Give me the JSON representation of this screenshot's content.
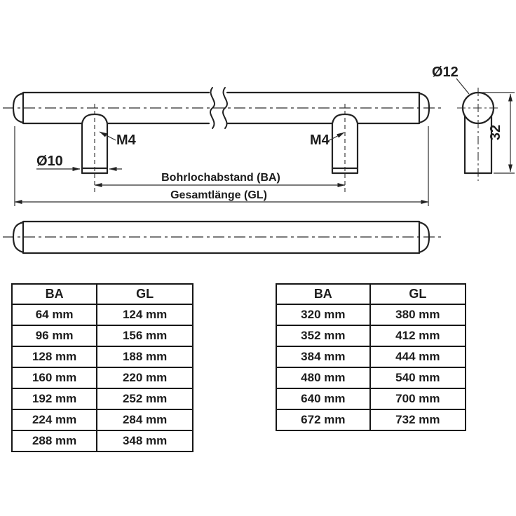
{
  "drawing": {
    "dim_hole_spacing": "Bohrlochabstand (BA)",
    "dim_total_length": "Gesamtlänge (GL)",
    "thread_label_left": "M4",
    "thread_label_right": "M4",
    "post_diameter_label": "Ø10",
    "bar_diameter_label": "Ø12",
    "side_height_label": "32"
  },
  "colors": {
    "line": "#222222",
    "text": "#1c1c1c",
    "background": "#ffffff"
  },
  "tables": {
    "left": {
      "headers": [
        "BA",
        "GL"
      ],
      "rows": [
        [
          "64 mm",
          "124 mm"
        ],
        [
          "96 mm",
          "156 mm"
        ],
        [
          "128 mm",
          "188 mm"
        ],
        [
          "160 mm",
          "220 mm"
        ],
        [
          "192 mm",
          "252 mm"
        ],
        [
          "224 mm",
          "284 mm"
        ],
        [
          "288 mm",
          "348 mm"
        ]
      ]
    },
    "right": {
      "headers": [
        "BA",
        "GL"
      ],
      "rows": [
        [
          "320 mm",
          "380 mm"
        ],
        [
          "352 mm",
          "412 mm"
        ],
        [
          "384 mm",
          "444 mm"
        ],
        [
          "480 mm",
          "540 mm"
        ],
        [
          "640 mm",
          "700 mm"
        ],
        [
          "672 mm",
          "732 mm"
        ]
      ]
    }
  }
}
